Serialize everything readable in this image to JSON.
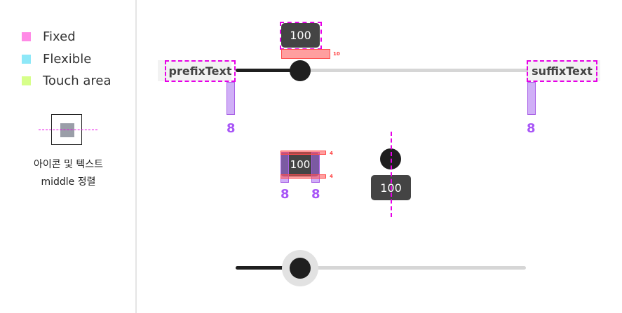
{
  "legend": {
    "items": [
      {
        "label": "Fixed",
        "color": "#ff8ae6"
      },
      {
        "label": "Flexible",
        "color": "#8ee8f8"
      },
      {
        "label": "Touch area",
        "color": "#d7ff8a"
      }
    ],
    "guide_text_line1": "아이콘 및 텍스트",
    "guide_text_line2": "middle 정렬"
  },
  "colors": {
    "guide_pink": "#e600e6",
    "track_active": "#1f1f1f",
    "track_inactive": "#d6d6d6",
    "spec_purple": "#a855f7",
    "spec_red": "#ff3b3b"
  },
  "slider1": {
    "tooltip": "100",
    "prefix_text": "prefixText",
    "suffix_text": "suffixText",
    "spec_prefix_gap": "8",
    "spec_suffix_gap": "8",
    "spec_tooltip_gap": "10"
  },
  "tooltip_detail": {
    "value": "100",
    "spec_left": "8",
    "spec_right": "8",
    "spec_top": "4",
    "spec_bottom": "4"
  },
  "center_demo": {
    "tooltip": "100"
  },
  "slider2": {
    "state": "pressed"
  }
}
